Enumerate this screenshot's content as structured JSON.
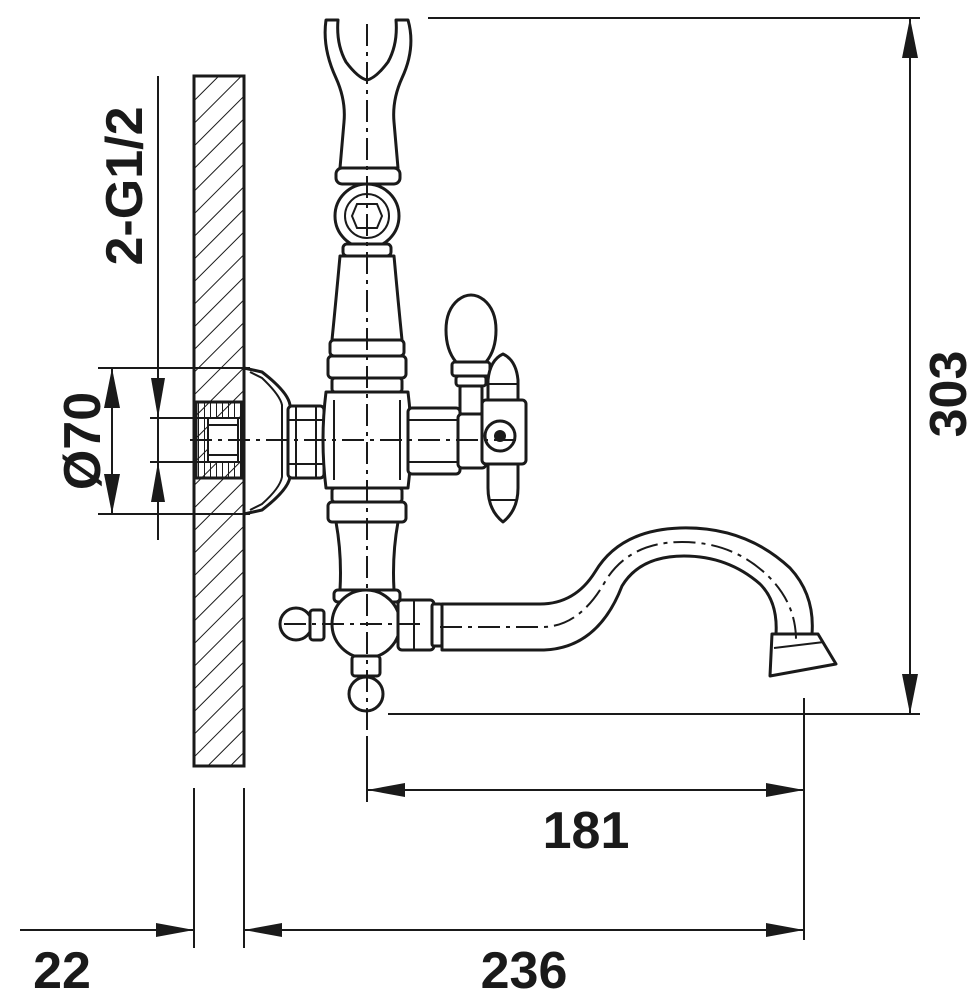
{
  "dimensions": {
    "thread": "2-G1/2",
    "flange_diameter": "Ø70",
    "height": "303",
    "spout_reach": "181",
    "wall_offset": "22",
    "total_depth": "236"
  }
}
